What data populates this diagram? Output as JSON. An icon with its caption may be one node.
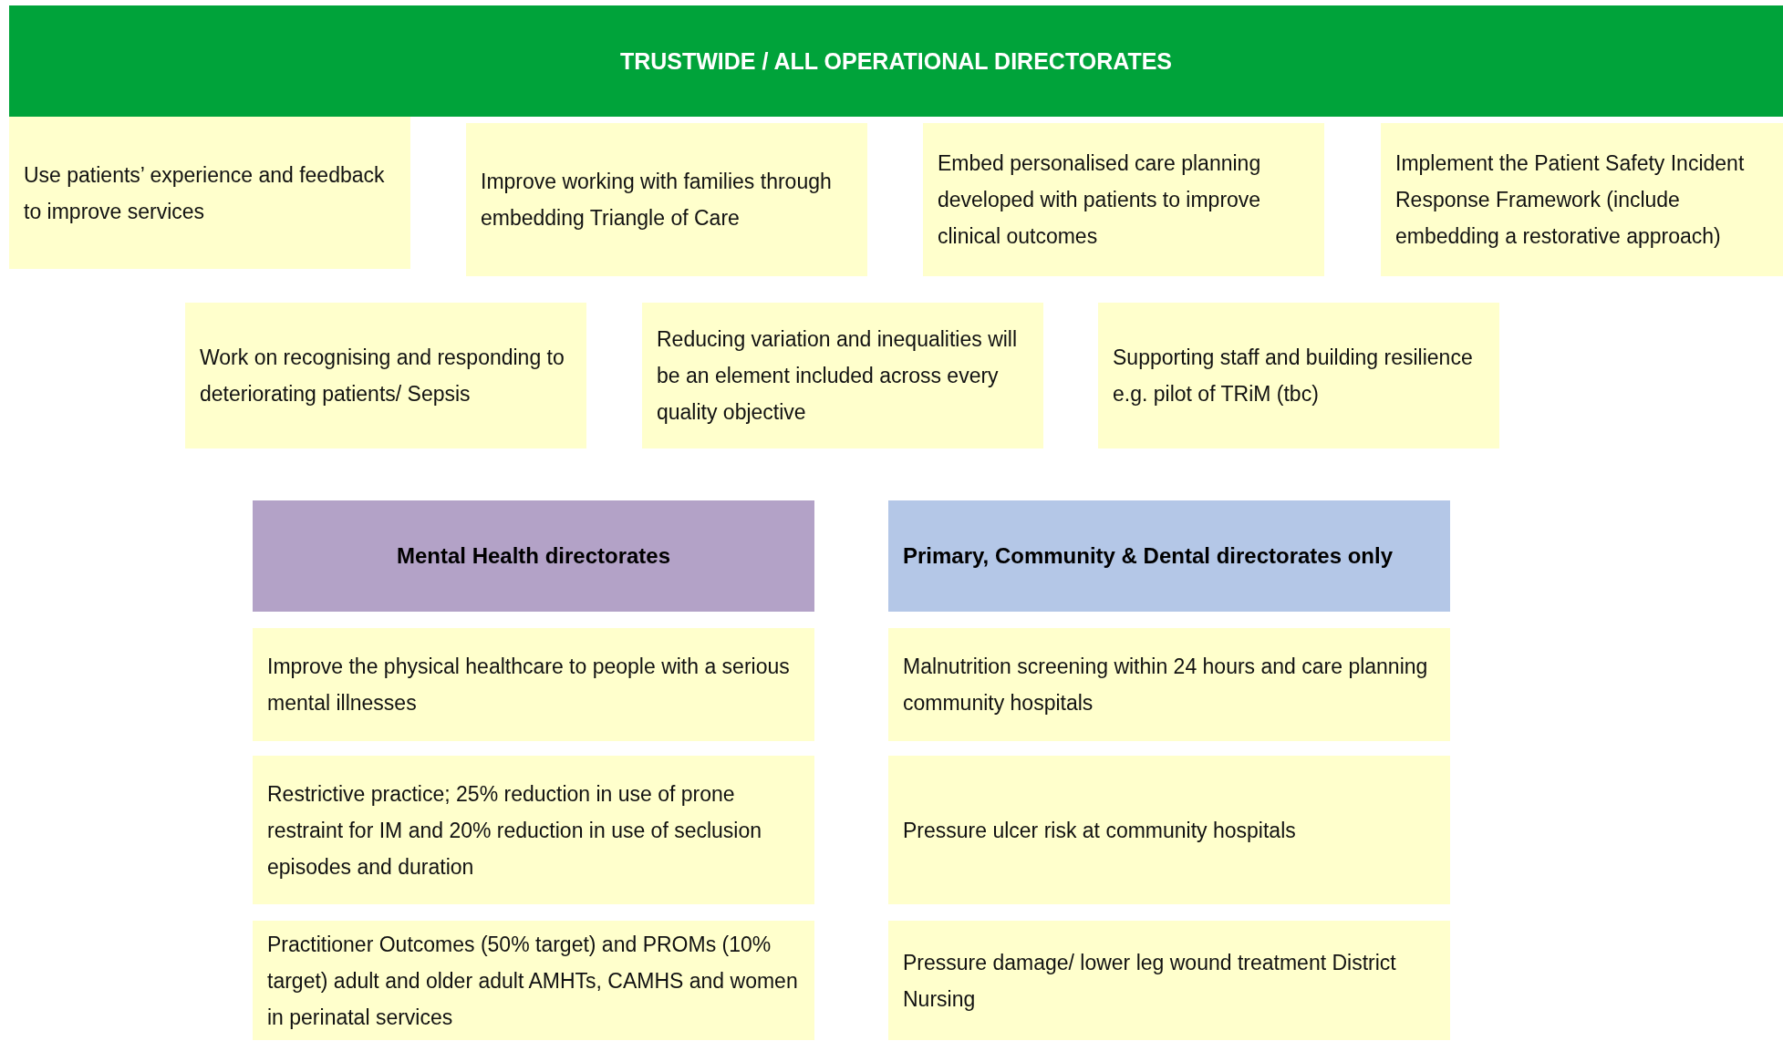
{
  "diagram": {
    "nodes": [
      {
        "text": [
          "TRUSTWIDE / ALL OPERATIONAL DIRECTORATES"
        ]
      },
      {
        "text": [
          "Use patients’ experience and feedback to improve services"
        ]
      },
      {
        "text": [
          "Improve working with families through embedding Triangle of Care"
        ]
      },
      {
        "text": [
          "Embed personalised care planning developed with patients to improve clinical outcomes"
        ]
      },
      {
        "text": [
          "Implement the Patient Safety Incident Response Framework (include embedding a restorative approach)"
        ]
      },
      {
        "text": [
          "Work on recognising and responding to deteriorating patients/ Sepsis"
        ]
      },
      {
        "text": [
          "Reducing variation and inequalities will be an element included across every quality objective"
        ]
      },
      {
        "text": [
          "Supporting staff and building resilience e.g. pilot of TRiM (tbc)"
        ]
      },
      {
        "text": [
          "Mental Health directorates"
        ]
      },
      {
        "text": [
          "Primary, Community & Dental directorates only"
        ]
      },
      {
        "text": [
          "Improve the physical healthcare to people with a serious mental illnesses"
        ]
      },
      {
        "text": [
          "Malnutrition screening within 24 hours and care planning community hospitals"
        ]
      },
      {
        "text": [
          "Restrictive practice; 25% reduction in use of prone restraint for IM and 20% reduction in use of seclusion episodes and duration"
        ]
      },
      {
        "text": [
          "Pressure ulcer risk at community hospitals"
        ]
      },
      {
        "text": [
          "Practitioner Outcomes (50% target) and PROMs (10% target) adult and older adult AMHTs, CAMHS and women in perinatal services"
        ]
      },
      {
        "text": [
          "Pressure damage/ lower leg wound treatment District Nursing"
        ]
      }
    ]
  }
}
